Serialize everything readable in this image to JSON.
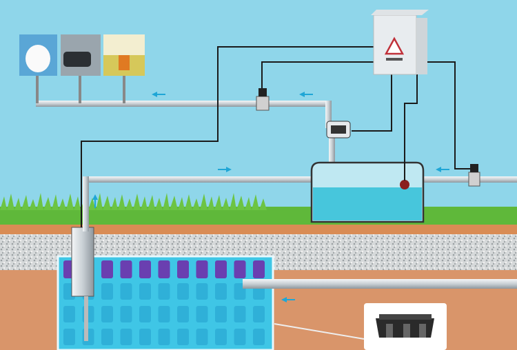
{
  "scene": {
    "components": [
      "toilet-photo",
      "car-wash-photo",
      "sprinkler-photo",
      "control-box",
      "solenoid-valve",
      "pump",
      "filter-tank",
      "float-switch",
      "submersible-pump",
      "storage-module-tank",
      "storage-module-unit"
    ],
    "flow_arrows": [
      "left",
      "left",
      "right",
      "up",
      "left",
      "left"
    ]
  },
  "colors": {
    "sky": "#8fd6ea",
    "grass": "#5fb83a",
    "topsoil": "#d98c55",
    "gravel": "#d9dcdc",
    "soil": "#d9956a",
    "water": "#4cc7e0",
    "module_cell": "#6a3fb0",
    "pipe": "#c8cfd4",
    "wire": "#1a1a1a",
    "arrow": "#1fa6d6",
    "control_box": "#e8ecef",
    "warning": "#c0313a"
  }
}
